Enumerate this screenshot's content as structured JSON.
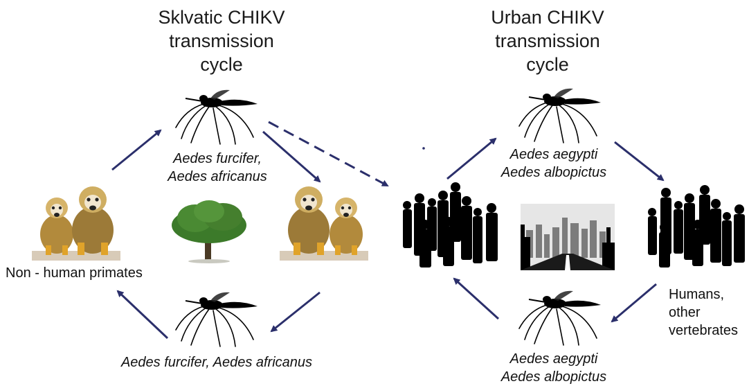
{
  "sylvatic": {
    "title_line1": "Sklvatic CHIKV",
    "title_line2": "transmission",
    "title_line3": "cycle",
    "vector_top_line1": "Aedes furcifer,",
    "vector_top_line2": "Aedes africanus",
    "vector_bottom": "Aedes furcifer, Aedes africanus",
    "host_label": "Non - human primates"
  },
  "urban": {
    "title_line1": "Urban CHIKV",
    "title_line2": "transmission",
    "title_line3": "cycle",
    "vector_top_line1": "Aedes aegypti",
    "vector_top_line2": "Aedes albopictus",
    "vector_bottom_line1": "Aedes aegypti",
    "vector_bottom_line2": "Aedes albopictus",
    "host_label_line1": "Humans,",
    "host_label_line2": "other",
    "host_label_line3": "vertebrates"
  },
  "colors": {
    "arrow": "#2b2f6b",
    "silhouette": "#000000",
    "tree": "#3c7a2a",
    "monkey_fur": "#c79a3a"
  }
}
